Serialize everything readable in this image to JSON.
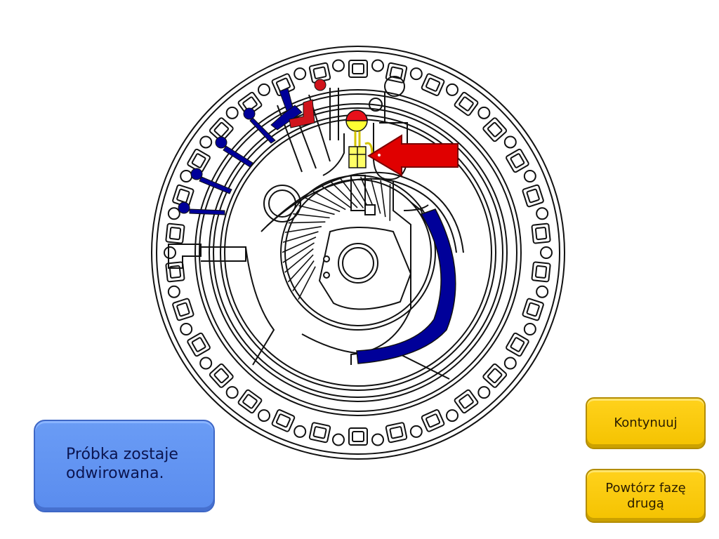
{
  "info": {
    "text": "Próbka zostaje\nodwirowana."
  },
  "buttons": {
    "continue": "Kontynuuj",
    "repeat": "Powtórz fazę\ndrugą"
  },
  "colors": {
    "sample_fluid": "#ff0000",
    "reagent_fluid": "#000099",
    "highlight": "#ffff33",
    "arrow": "#ee0000",
    "info_box": "#5a8cee",
    "button": "#ffcc00"
  },
  "icons": {
    "pointer": "arrow-left-icon"
  }
}
